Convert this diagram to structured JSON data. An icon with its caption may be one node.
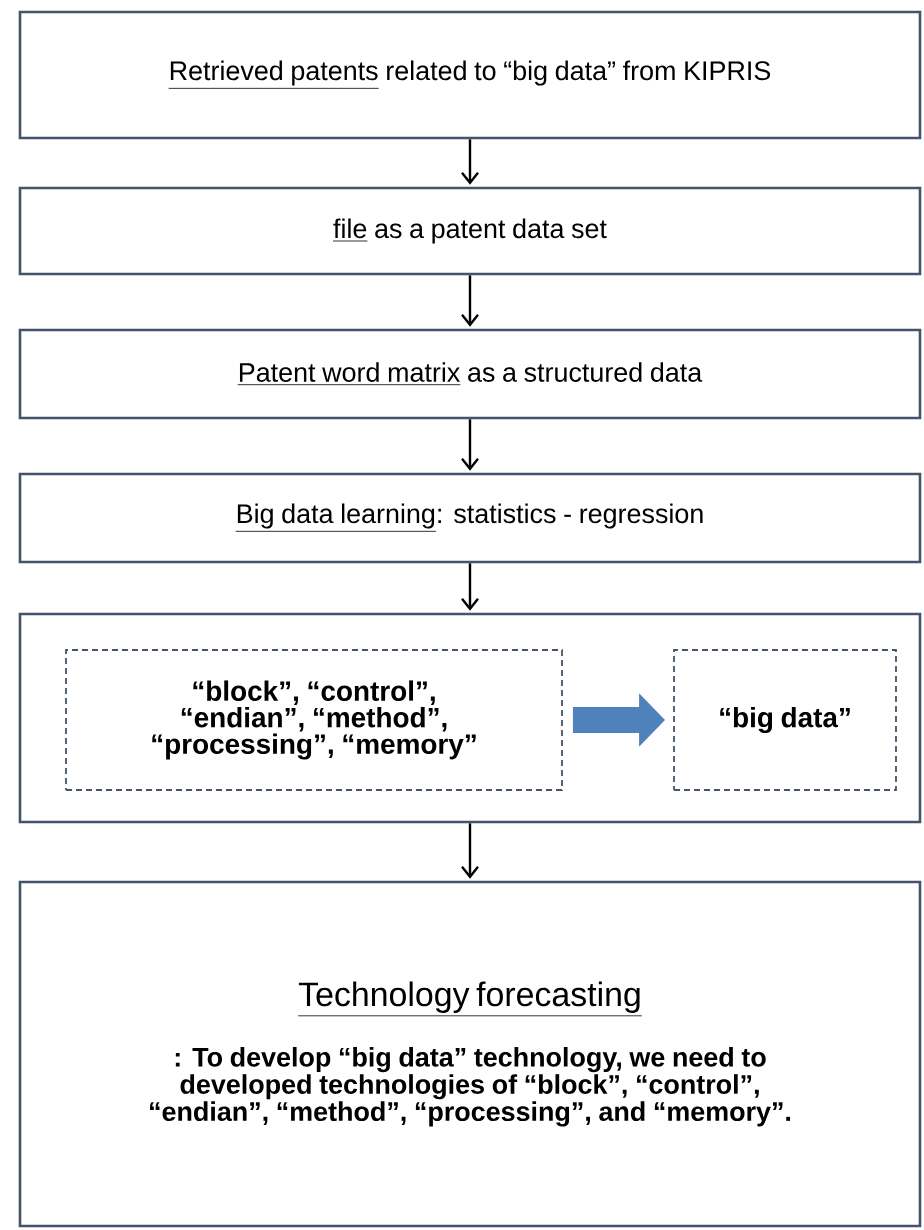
{
  "diagram": {
    "nodes": [
      {
        "text": [
          "Retrieved patents",
          "related to “big data” from KIPRIS"
        ]
      },
      {
        "text": [
          "file",
          "as a patent data set"
        ]
      },
      {
        "text": [
          "Patent word matrix",
          "as a structured data"
        ]
      },
      {
        "text": [
          "Big data learning",
          ": statistics - regression"
        ]
      },
      {
        "text": [],
        "shape": "box"
      },
      {
        "text": [
          "“block”, “control”, “endian”, “method”, “processing”, “memory”"
        ],
        "in": 4
      },
      {
        "text": [
          "“big data”"
        ],
        "in": 4
      },
      {
        "text": [
          "Technology forecasting",
          ": To develop “big data” technology, we need to developed technologies of “block”, “control”, “endian”, “method”, “processing”, and “memory”."
        ]
      }
    ],
    "edges": [
      {
        "from": 0,
        "to": 1,
        "arrow": "to"
      },
      {
        "from": 1,
        "to": 2,
        "arrow": "to"
      },
      {
        "from": 2,
        "to": 3,
        "arrow": "to"
      },
      {
        "from": 3,
        "to": 4,
        "arrow": "to"
      },
      {
        "from": 5,
        "to": 6,
        "arrow": "to",
        "style": "thick",
        "color": "#4f81bd"
      },
      {
        "from": 4,
        "to": 7,
        "arrow": "to"
      }
    ]
  }
}
